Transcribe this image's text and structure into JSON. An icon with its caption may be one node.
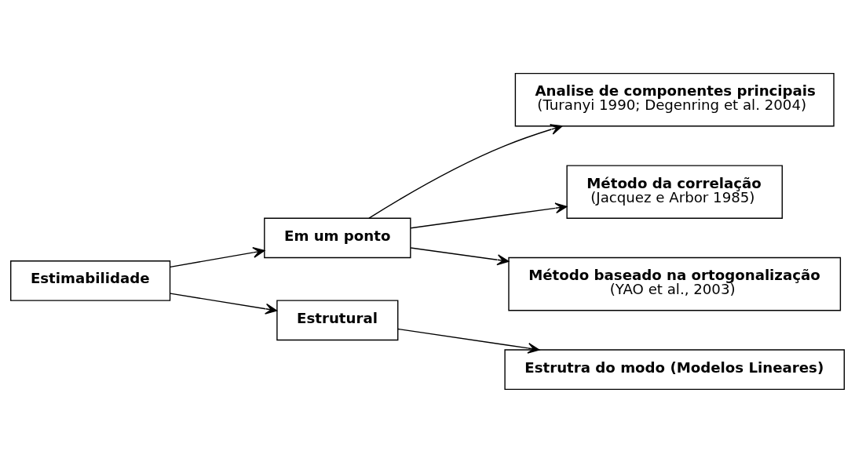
{
  "diagram": {
    "nodes": [
      {
        "text": [
          "Estimabilidade"
        ]
      },
      {
        "text": [
          "Em um ponto"
        ]
      },
      {
        "text": [
          "Estrutural"
        ]
      },
      {
        "text": [
          "Analise de componentes principais",
          "(Turanyi 1990; Degenring et al. 2004)"
        ]
      },
      {
        "text": [
          "Método da correlação",
          "(Jacquez e Arbor 1985)"
        ]
      },
      {
        "text": [
          "Método baseado na ortogonalização",
          "(YAO et al., 2003)"
        ]
      },
      {
        "text": [
          "Estrutra do modo (Modelos Lineares)"
        ]
      }
    ],
    "edges": [
      {
        "from": 0,
        "to": 1,
        "arrow": "to"
      },
      {
        "from": 0,
        "to": 2,
        "arrow": "to"
      },
      {
        "from": 1,
        "to": 3,
        "arrow": "to"
      },
      {
        "from": 1,
        "to": 4,
        "arrow": "to"
      },
      {
        "from": 1,
        "to": 5,
        "arrow": "to"
      },
      {
        "from": 2,
        "to": 6,
        "arrow": "to"
      }
    ]
  }
}
